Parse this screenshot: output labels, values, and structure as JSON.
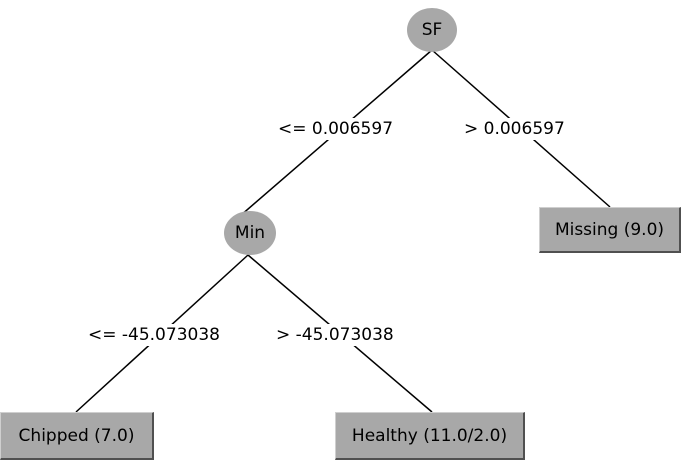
{
  "tree": {
    "root": {
      "label": "SF"
    },
    "root_left_edge": "<= 0.006597",
    "root_right_edge": "> 0.006597",
    "right_leaf": "Missing (9.0)",
    "inner": {
      "label": "Min"
    },
    "inner_left_edge": "<= -45.073038",
    "inner_right_edge": "> -45.073038",
    "leaf_chipped": "Chipped (7.0)",
    "leaf_healthy": "Healthy (11.0/2.0)"
  }
}
